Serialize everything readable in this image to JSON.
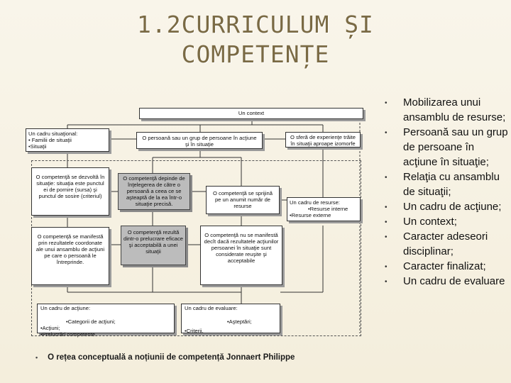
{
  "slide": {
    "title_line1": "1.2CURRICULUM ȘI",
    "title_line2": "COMPETENȚE",
    "caption": "O rețea conceptuală a noțiunii de competență Jonnaert Philippe"
  },
  "diagram": {
    "context": "Un context",
    "situational_frame_title": "Un cadru situaţional:",
    "situational_frame_items": [
      "• Familii de situaţii",
      "•Situaţii"
    ],
    "person_group": "O persoană sau un grup de persoane în acţiune şi în situaţie",
    "experience_sphere": "O sferă de experienţe trăite în situaţii aproape izomorfe",
    "competence_develops": "O competenţă se dezvoltă în situaţie: situaţia este punctul ei de pornire (sursa) şi punctul de sosire (criteriul)",
    "competence_depends": "O competenţă depinde de înţelegerea de către o persoană a ceea ce se aşteaptă de la ea într-o situaţie precisă.",
    "competence_relies": "O competenţă se sprijină pe un anumit număr de resurse",
    "resources_title": "Un cadru de resurse:",
    "resources_items": [
      "•Resurse interne",
      "•Resurse externe"
    ],
    "competence_manifests": "O competenţă se manifestă prin rezultatele coordonate ale unui ansamblu de acţiuni pe care o persoană le întreprinde.",
    "competence_results": "O competenţă rezultă dintr-o prelucrare eficace şi acceptabilă a unei situaţii",
    "competence_exists": "O competenţă nu se manifestă decît dacă rezultatele acţiunilor persoanei în situaţie sunt considerate reuşite şi acceptabile",
    "action_frame_title": "Un cadru de acţiune:",
    "action_frame_items": [
      "•Categorii de acţiuni;",
      "•Acţiuni;",
      "•Prelucrări competente."
    ],
    "evaluation_frame_title": "Un cadru de evaluare:",
    "evaluation_frame_items": [
      "•Aşteptări;",
      "•Criterii."
    ]
  },
  "bullets": [
    "Mobilizarea unui ansamblu de resurse;",
    "Persoană sau un grup de persoane în acţiune în situaţie;",
    "Relaţia cu ansamblu de situaţii;",
    "Un cadru de acţiune;",
    "Un context;",
    "Caracter adeseori disciplinar;",
    "Caracter finalizat;",
    "Un cadru de evaluare"
  ],
  "bullet_glyph": "•"
}
